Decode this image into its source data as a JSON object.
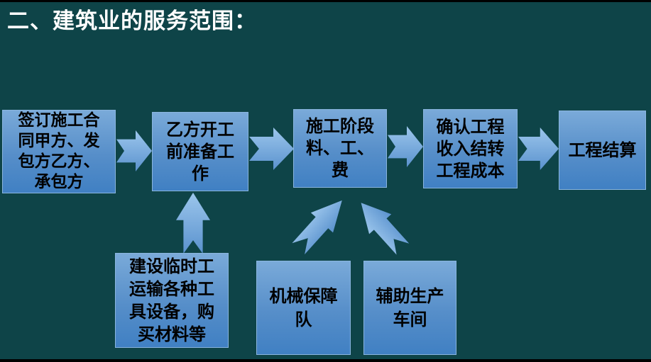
{
  "slide": {
    "title": "二、建筑业的服务范围：",
    "colors": {
      "background": "#0e4448",
      "edge_bar": "#000000",
      "box_gradient_top": "#7aaad9",
      "box_gradient_bottom": "#4080c3",
      "box_border": "#8ab5de",
      "arrow_fill_light": "#9cc6ec",
      "arrow_fill_dark": "#5a92ce",
      "box_text": "#000000",
      "title_text": "#ffffff"
    },
    "flow": {
      "main_sequence": [
        {
          "id": "sign-contract",
          "label": "签订施工合\n同甲方、发\n包方乙方、\n承包方"
        },
        {
          "id": "pre-construction-prep",
          "label": "乙方开工\n前准备工\n作"
        },
        {
          "id": "construction-stage",
          "label": "施工阶段\n料、工、\n费"
        },
        {
          "id": "confirm-revenue-cost",
          "label": "确认工程\n收入结转\n工程成本"
        },
        {
          "id": "project-settlement",
          "label": "工程结算"
        }
      ],
      "support_boxes": [
        {
          "id": "temp-works-supplies",
          "label": "建设临时工\n运输各种工\n具设备，购\n买材料等"
        },
        {
          "id": "machinery-support-team",
          "label": "机械保障\n队"
        },
        {
          "id": "auxiliary-production-workshop",
          "label": "辅助生产\n车间"
        }
      ],
      "connections": [
        {
          "from": "sign-contract",
          "to": "pre-construction-prep",
          "direction": "right"
        },
        {
          "from": "pre-construction-prep",
          "to": "construction-stage",
          "direction": "right"
        },
        {
          "from": "construction-stage",
          "to": "confirm-revenue-cost",
          "direction": "right"
        },
        {
          "from": "confirm-revenue-cost",
          "to": "project-settlement",
          "direction": "right"
        },
        {
          "from": "temp-works-supplies",
          "to": "pre-construction-prep",
          "direction": "up"
        },
        {
          "from": "machinery-support-team",
          "to": "construction-stage",
          "direction": "up-right"
        },
        {
          "from": "auxiliary-production-workshop",
          "to": "construction-stage",
          "direction": "up-left"
        }
      ]
    }
  }
}
